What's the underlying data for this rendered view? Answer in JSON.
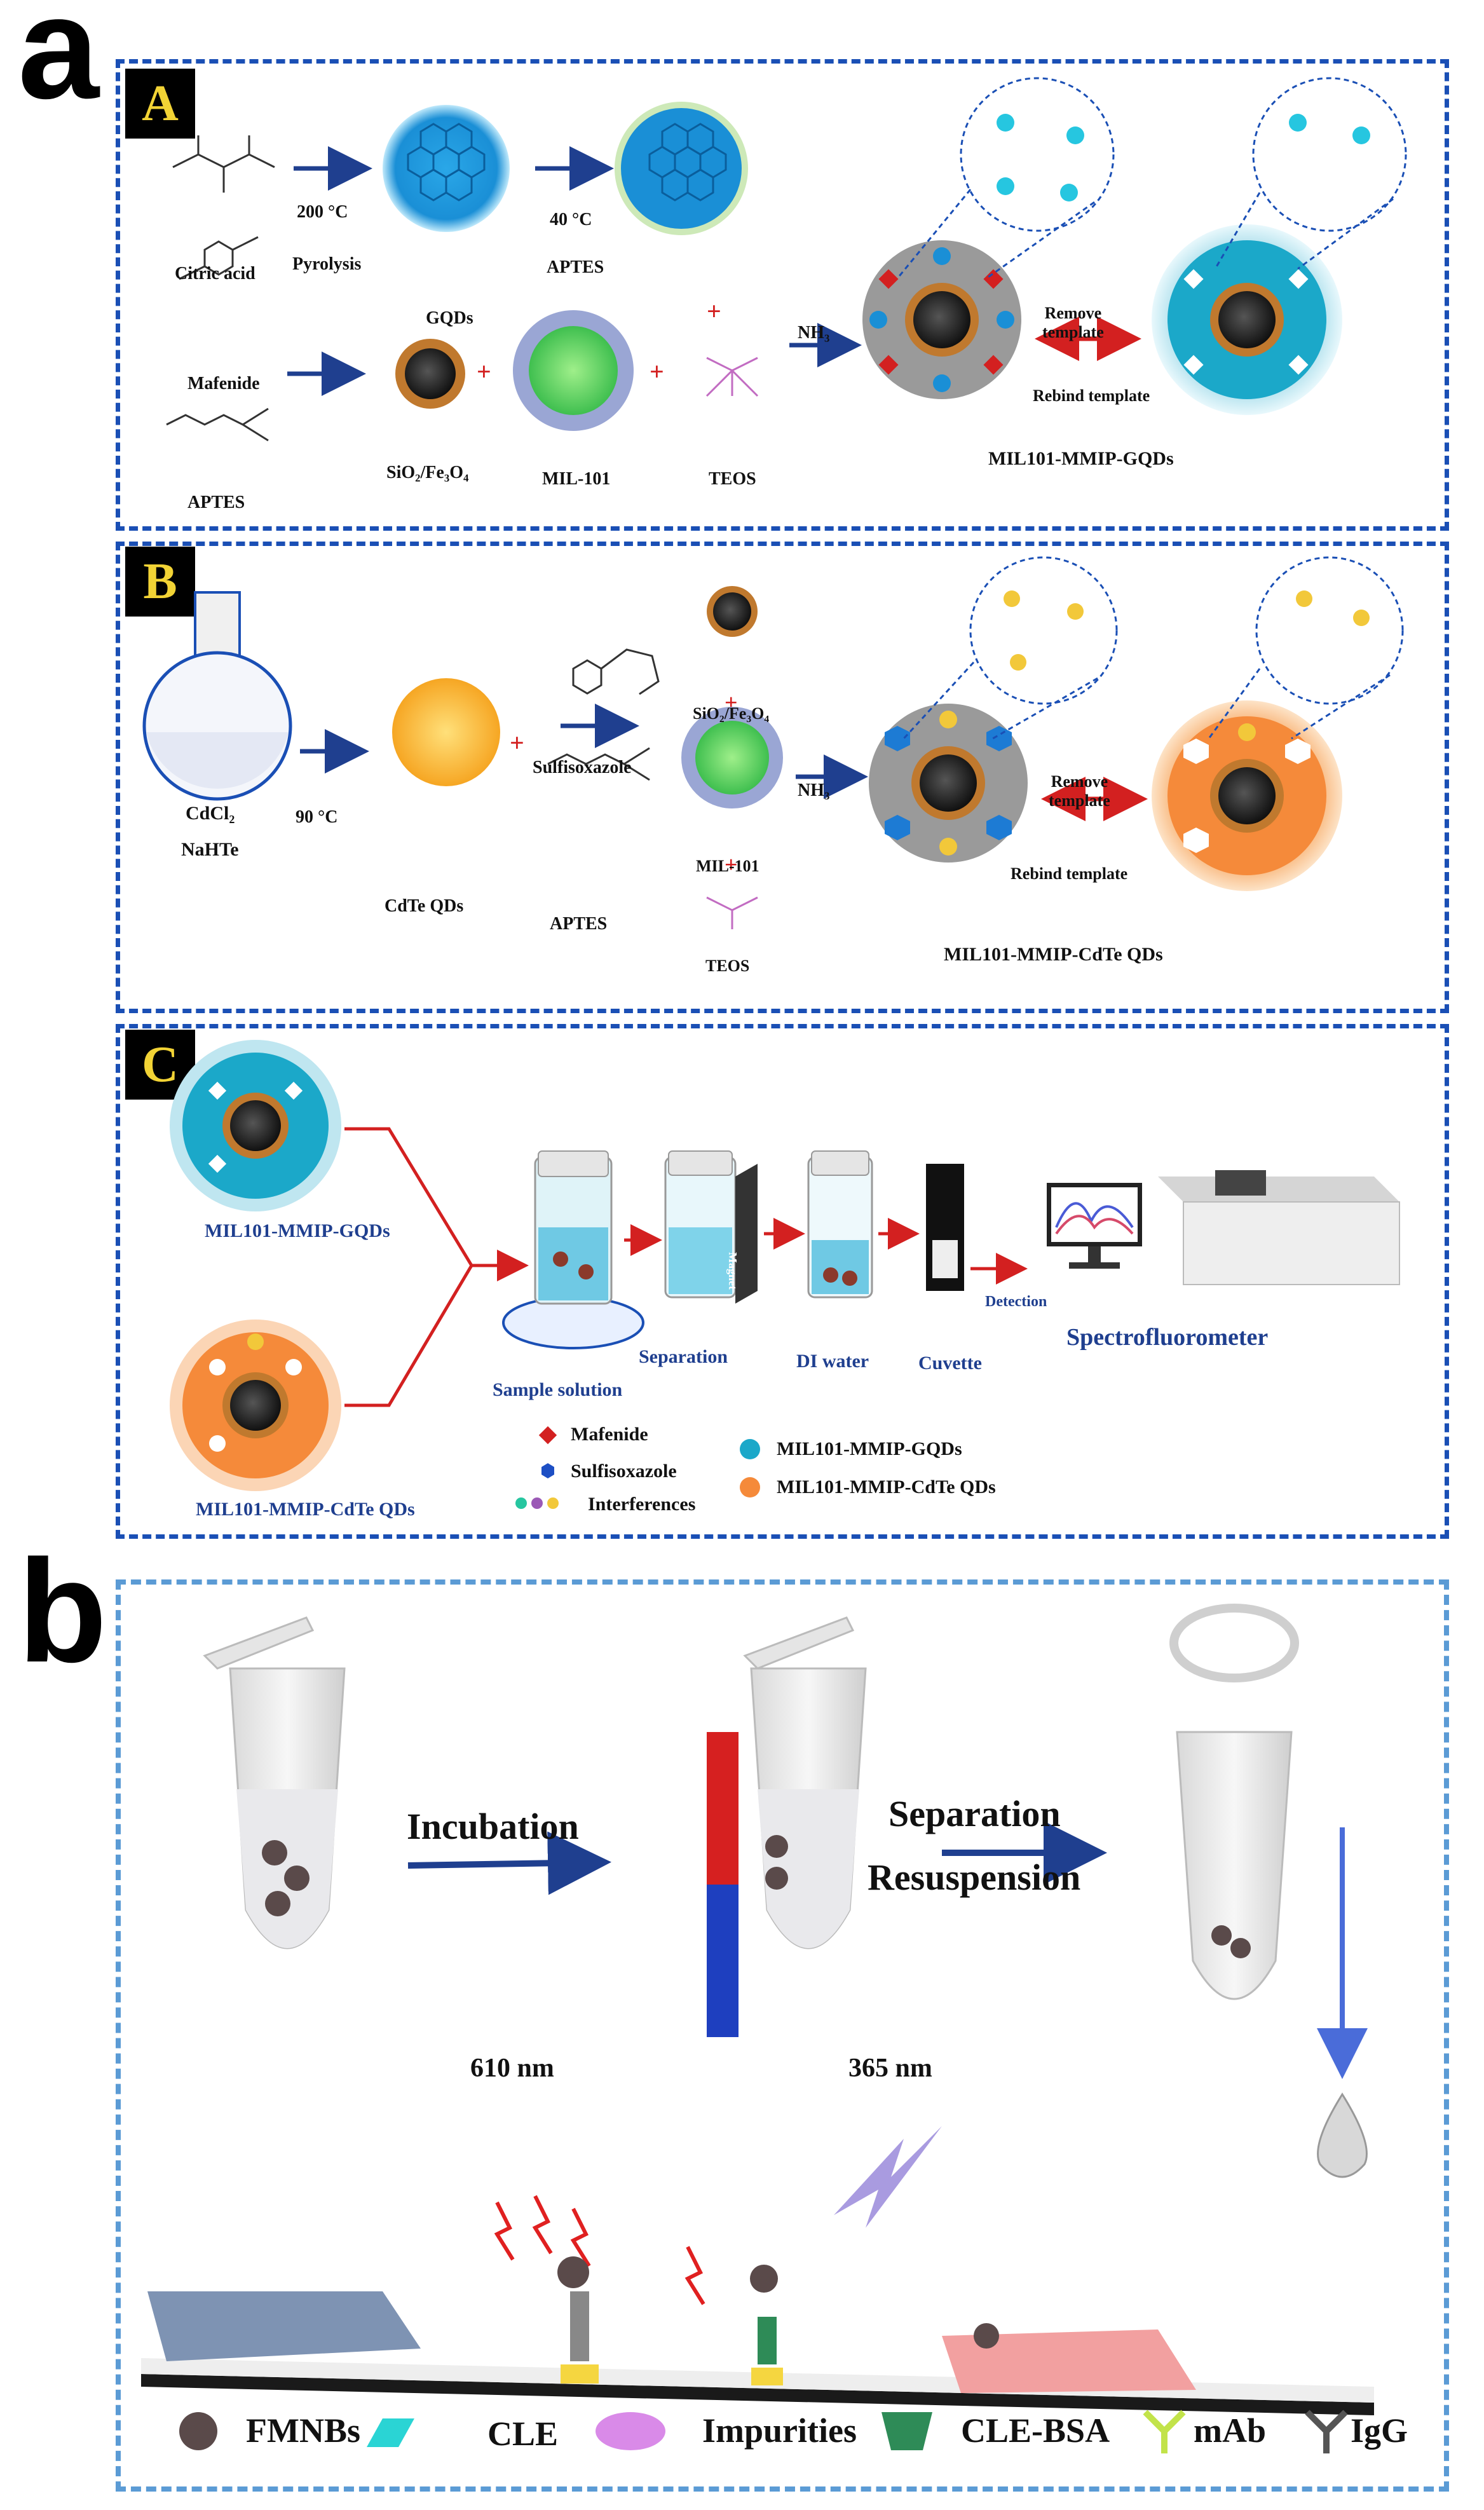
{
  "panel_a": {
    "letter": "a",
    "A": {
      "tag": "A",
      "labels": {
        "citric_acid": "Citric acid",
        "temp1": "200 °C",
        "pyrolysis": "Pyrolysis",
        "gqds": "GQDs",
        "temp2": "40 °C",
        "aptes_arrow": "APTES",
        "mafenide": "Mafenide",
        "aptes": "APTES",
        "sio2": "SiO₂/Fe₃O₄",
        "mil101": "MIL-101",
        "teos": "TEOS",
        "nh3": "NH₃",
        "remove": "Remove\ntemplate",
        "rebind": "Rebind template",
        "product": "MIL101-MMIP-GQDs"
      }
    },
    "B": {
      "tag": "B",
      "labels": {
        "cdcl2": "CdCl₂",
        "nahte": "NaHTe",
        "temp": "90 °C",
        "cdte": "CdTe QDs",
        "sulfisoxazole": "Sulfisoxazole",
        "aptes": "APTES",
        "sio2": "SiO₂/Fe₃O₄",
        "mil101": "MIL-101",
        "teos": "TEOS",
        "nh3": "NH₃",
        "remove": "Remove\ntemplate",
        "rebind": "Rebind template",
        "product": "MIL101-MMIP-CdTe QDs"
      }
    },
    "C": {
      "tag": "C",
      "labels": {
        "gqds": "MIL101-MMIP-GQDs",
        "cdte": "MIL101-MMIP-CdTe QDs",
        "sample": "Sample solution",
        "separation": "Separation",
        "magnet": "Magnet",
        "di_water": "DI water",
        "cuvette": "Cuvette",
        "detection": "Detection",
        "spectro": "Spectrofluorometer"
      },
      "legend": {
        "mafenide": "Mafenide",
        "sulfisoxazole": "Sulfisoxazole",
        "interferences": "Interferences",
        "gqds": "MIL101-MMIP-GQDs",
        "cdte": "MIL101-MMIP-CdTe QDs"
      }
    }
  },
  "panel_b": {
    "letter": "b",
    "labels": {
      "incubation": "Incubation",
      "separation": "Separation",
      "resuspension": "Resuspension",
      "nm610": "610 nm",
      "nm365": "365 nm"
    },
    "legend": {
      "fmnbs": "FMNBs",
      "cle": "CLE",
      "impurities": "Impurities",
      "cle_bsa": "CLE-BSA",
      "mab": "mAb",
      "igg": "IgG"
    }
  },
  "colors": {
    "dash_dark": "#1a4fb5",
    "dash_light": "#5b9bd5",
    "arrow_blue": "#1f3f8f",
    "arrow_red": "#d32020",
    "tag_yellow": "#f2d335"
  }
}
